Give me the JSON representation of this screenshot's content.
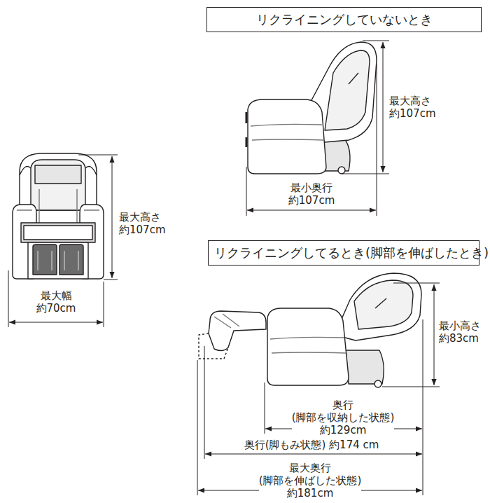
{
  "diagram": {
    "nodes": [
      {
        "text": [
          "リクライニングしていないとき"
        ]
      },
      {
        "text": [
          "リクライニングしてるとき(脚部を伸ばしたとき)"
        ]
      }
    ],
    "labels": [
      "最大高さ 約107cm",
      "最大幅 約70cm",
      "最大高さ 約107cm",
      "最小奥行 約107cm",
      "最小高さ 約83cm",
      "奥行(脚部を収納した状態) 約129cm",
      "奥行(脚もみ状態) 約174 cm",
      "最大奥行(脚部を伸ばした状態) 約181cm"
    ]
  }
}
